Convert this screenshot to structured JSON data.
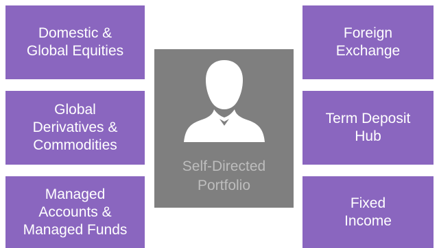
{
  "left_tiles": [
    {
      "label": "Domestic &\nGlobal Equities"
    },
    {
      "label": "Global\nDerivatives &\nCommodities"
    },
    {
      "label": "Managed\nAccounts &\nManaged Funds"
    }
  ],
  "right_tiles": [
    {
      "label": "Foreign\nExchange"
    },
    {
      "label": "Term Deposit\nHub"
    },
    {
      "label": "Fixed\nIncome"
    }
  ],
  "center": {
    "label": "Self-Directed\nPortfolio",
    "icon": "person-icon"
  },
  "colors": {
    "tile_bg": "#8a66bf",
    "tile_text": "#ffffff",
    "center_bg": "#7f7f7f",
    "center_text": "#bdbdbd",
    "icon_fill": "#ffffff"
  }
}
